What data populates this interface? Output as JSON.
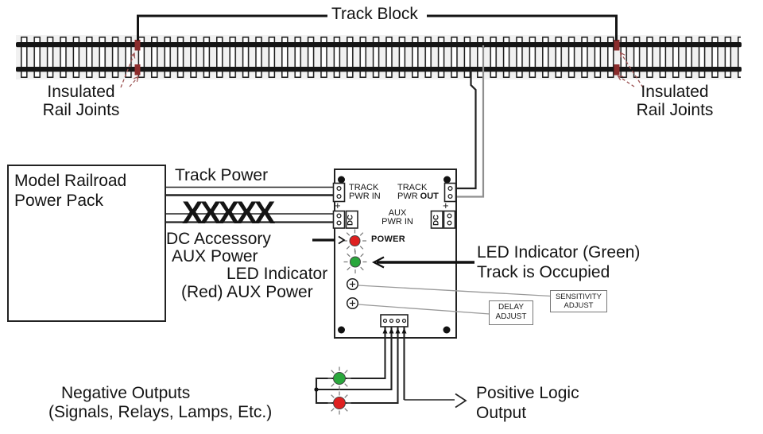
{
  "title": "Model railroad track block occupancy detector wiring diagram",
  "colors": {
    "led_red": "#df2020",
    "led_green": "#2aa83c",
    "joint_red": "#8b2c2c",
    "arrow_red": "#9c5353",
    "wire_gray": "#8f8f8f",
    "wire_black": "#1c1c1c"
  },
  "track": {
    "block_label": "Track Block",
    "insulated_left": {
      "line1": "Insulated",
      "line2": "Rail Joints"
    },
    "insulated_right": {
      "line1": "Insulated",
      "line2": "Rail Joints"
    }
  },
  "power_pack": {
    "line1": "Model Railroad",
    "line2": "Power Pack"
  },
  "wiring": {
    "track_power": "Track Power",
    "crossed_out": "XXXXX",
    "dc_accessory_line1": "DC Accessory",
    "dc_accessory_line2": "AUX Power",
    "red_led_label_line1": "LED Indicator",
    "red_led_label_line2": "(Red) AUX Power"
  },
  "board": {
    "track_pwr_in_line1": "TRACK",
    "track_pwr_in_line2": "PWR IN",
    "track_pwr_out_line1": "TRACK",
    "track_pwr_out_line2_pre": "PWR",
    "track_pwr_out_line2_bold": "OUT",
    "plus_left": "+",
    "plus_right": "+",
    "aux_line1": "AUX",
    "aux_line2": "PWR IN",
    "dc_left": "DC",
    "dc_right": "DC",
    "power": "POWER"
  },
  "adjust": {
    "sensitivity_line1": "SENSITIVITY",
    "sensitivity_line2": "ADJUST",
    "delay_line1": "DELAY",
    "delay_line2": "ADJUST"
  },
  "green_led_label": {
    "line1": "LED Indicator (Green)",
    "line2": "Track is Occupied"
  },
  "outputs": {
    "negative_line1": "Negative Outputs",
    "negative_line2": "(Signals, Relays, Lamps, Etc.)",
    "positive_line1": "Positive Logic",
    "positive_line2": "Output"
  }
}
